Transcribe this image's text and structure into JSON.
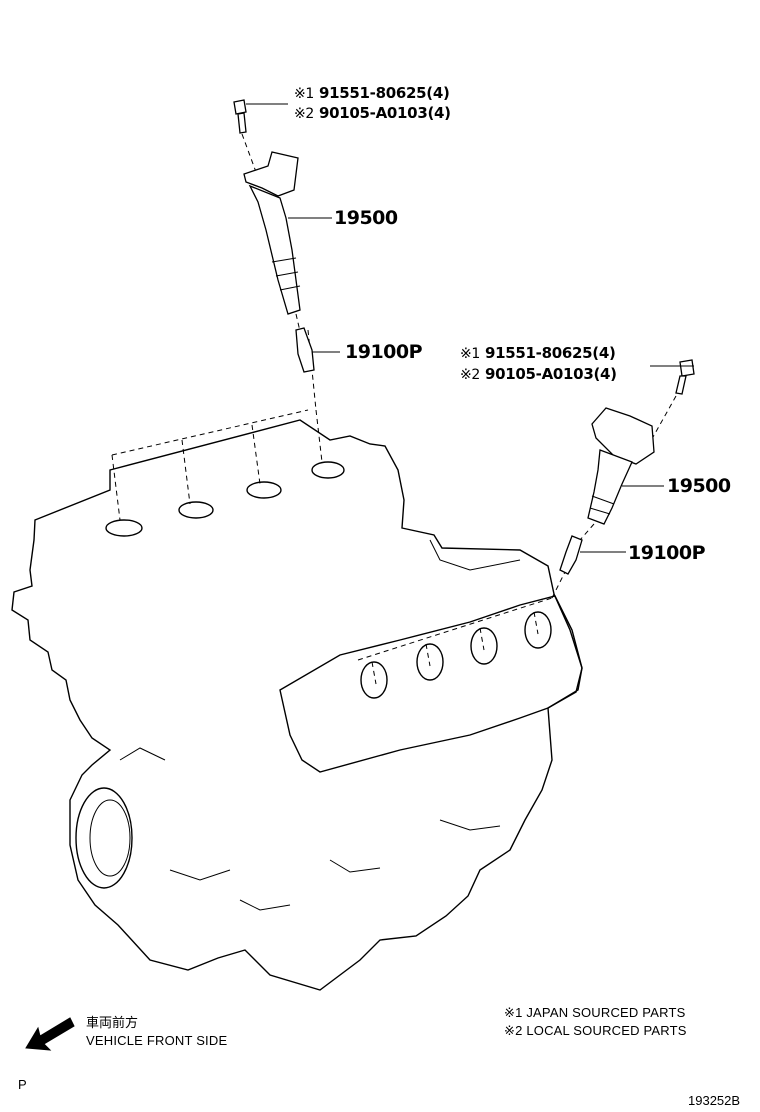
{
  "callouts": {
    "upper_bolt_ref1": "91551-80625(4)",
    "upper_bolt_ref2": "90105-A0103(4)",
    "upper_coil": "19500",
    "upper_plug": "19100P",
    "right_bolt_ref1": "91551-80625(4)",
    "right_bolt_ref2": "90105-A0103(4)",
    "right_coil": "19500",
    "right_plug": "19100P"
  },
  "marks": {
    "ref1": "※1",
    "ref2": "※2"
  },
  "legend": {
    "ref1_text": "JAPAN SOURCED PARTS",
    "ref2_text": "LOCAL SOURCED PARTS"
  },
  "direction": {
    "japanese": "車両前方",
    "english": "VEHICLE FRONT SIDE"
  },
  "footer": {
    "left_code": "P",
    "figure_number": "193252B"
  }
}
